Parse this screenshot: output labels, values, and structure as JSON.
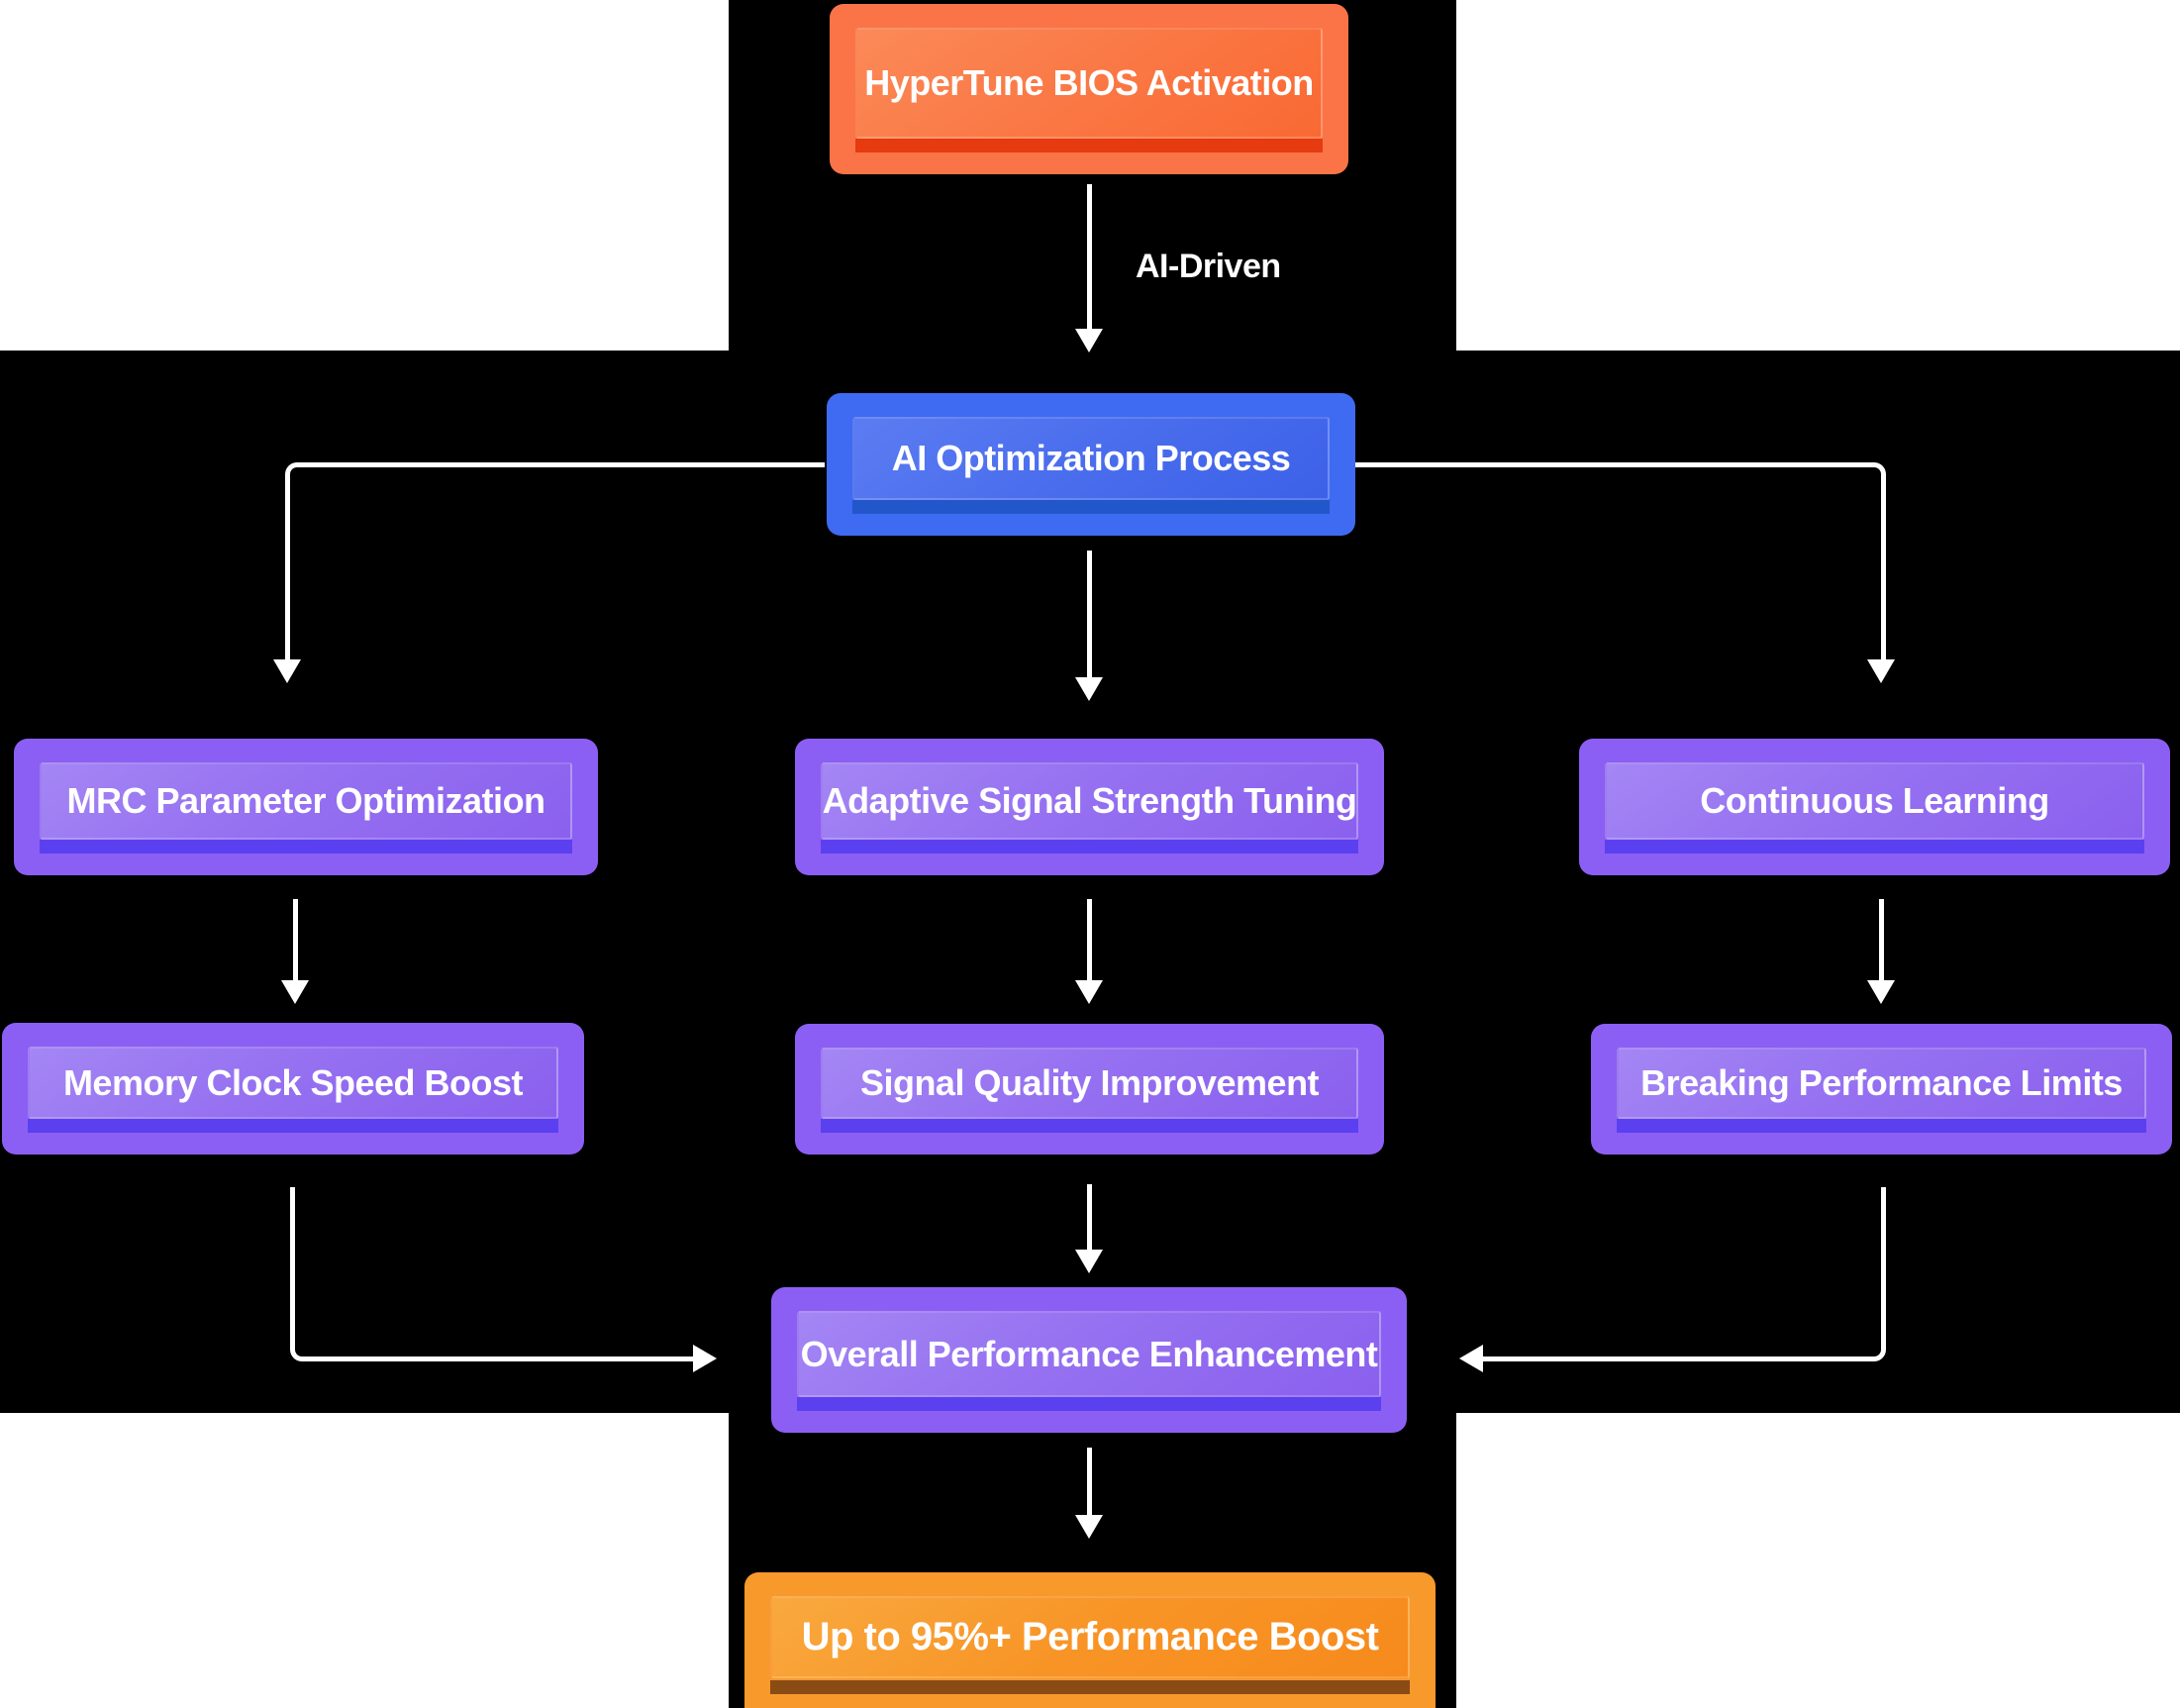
{
  "nodes": {
    "hypertune": {
      "label": "HyperTune BIOS Activation"
    },
    "ai_process": {
      "label": "AI Optimization Process"
    },
    "mrc": {
      "label": "MRC Parameter Optimization"
    },
    "adaptive": {
      "label": "Adaptive Signal Strength Tuning"
    },
    "continuous": {
      "label": "Continuous Learning"
    },
    "memory": {
      "label": "Memory Clock Speed Boost"
    },
    "signal": {
      "label": "Signal Quality Improvement"
    },
    "breaking": {
      "label": "Breaking Performance Limits"
    },
    "overall": {
      "label": "Overall Performance Enhancement"
    },
    "boost": {
      "label": "Up to 95%+ Performance Boost"
    }
  },
  "edges": {
    "ai_driven_label": "AI-Driven"
  },
  "connections": [
    {
      "from": "HyperTune BIOS Activation",
      "to": "AI Optimization Process",
      "label": "AI-Driven"
    },
    {
      "from": "AI Optimization Process",
      "to": "MRC Parameter Optimization"
    },
    {
      "from": "AI Optimization Process",
      "to": "Adaptive Signal Strength Tuning"
    },
    {
      "from": "AI Optimization Process",
      "to": "Continuous Learning"
    },
    {
      "from": "MRC Parameter Optimization",
      "to": "Memory Clock Speed Boost"
    },
    {
      "from": "Adaptive Signal Strength Tuning",
      "to": "Signal Quality Improvement"
    },
    {
      "from": "Continuous Learning",
      "to": "Breaking Performance Limits"
    },
    {
      "from": "Memory Clock Speed Boost",
      "to": "Overall Performance Enhancement"
    },
    {
      "from": "Signal Quality Improvement",
      "to": "Overall Performance Enhancement"
    },
    {
      "from": "Breaking Performance Limits",
      "to": "Overall Performance Enhancement"
    },
    {
      "from": "Overall Performance Enhancement",
      "to": "Up to 95%+ Performance Boost"
    }
  ],
  "colors": {
    "background_white": "#ffffff",
    "background_black": "#000000",
    "purple_node": "#8b5ff3",
    "purple_strip": "#5b40f0",
    "blue_node": "#3f6af2",
    "blue_strip": "#2257cc",
    "orange_node": "#fa7448",
    "orange_strip": "#e63a10",
    "amber_node": "#f8992c",
    "amber_strip": "#8a4c15",
    "arrow": "#ffffff",
    "text": "#ffffff"
  }
}
